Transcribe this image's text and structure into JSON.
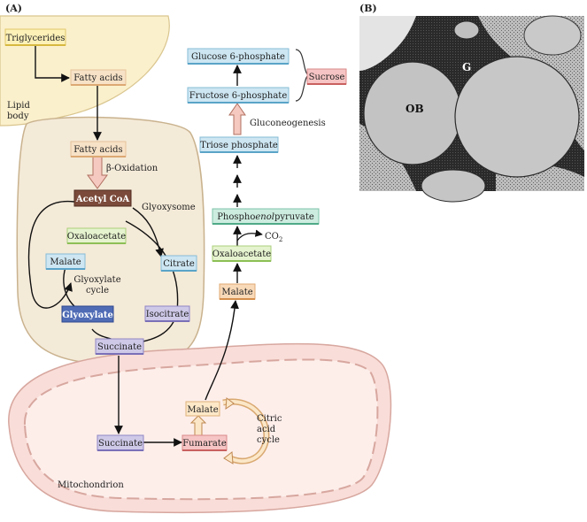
{
  "panel_a": "(A)",
  "panel_b": "(B)",
  "lipid_body": {
    "line1": "Lipid",
    "line2": "body"
  },
  "glyoxysome": "Glyoxysome",
  "mitochondrion": "Mitochondrion",
  "glyoxylate_cycle": {
    "line1": "Glyoxylate",
    "line2": "cycle"
  },
  "citric_acid_cycle": {
    "line1": "Citric",
    "line2": "acid",
    "line3": "cycle"
  },
  "beta_oxidation": "β-Oxidation",
  "gluconeogenesis": "Gluconeogenesis",
  "co2": {
    "main": "CO",
    "sub": "2"
  },
  "boxes": {
    "triglycerides": "Triglycerides",
    "fatty_acids_1": "Fatty acids",
    "fatty_acids_2": "Fatty acids",
    "acetyl_coa": "Acetyl CoA",
    "oxaloacetate_1": "Oxaloacetate",
    "malate_1": "Malate",
    "citrate": "Citrate",
    "glyoxylate": "Glyoxylate",
    "isocitrate": "Isocitrate",
    "succinate_1": "Succinate",
    "succinate_2": "Succinate",
    "fumarate": "Fumarate",
    "malate_2": "Malate",
    "malate_3": "Malate",
    "oxaloacetate_2": "Oxaloacetate",
    "pep": {
      "a": "Phospho",
      "b": "enol",
      "c": "pyruvate"
    },
    "triose_phosphate": "Triose phosphate",
    "fructose_6_phosphate": "Fructose 6-phosphate",
    "glucose_6_phosphate": "Glucose 6-phosphate",
    "sucrose": "Sucrose"
  },
  "micrograph": {
    "ob": "OB",
    "g": "G"
  },
  "colors": {
    "yellow": "#fdf1b8",
    "tan": "#f7e2c7",
    "green": "#e6f3cf",
    "blue": "#cde6f2",
    "lavender": "#cfc9e8",
    "dark_brown": "#7b4a3a",
    "dark_blue": "#4f6bb5",
    "teal": "#cdece0",
    "peach": "#f8d9b8",
    "pink": "#f6c4c4",
    "mito": "#f9ddd8",
    "glyox": "#f4ead8",
    "lipid": "#fbf0cc"
  }
}
